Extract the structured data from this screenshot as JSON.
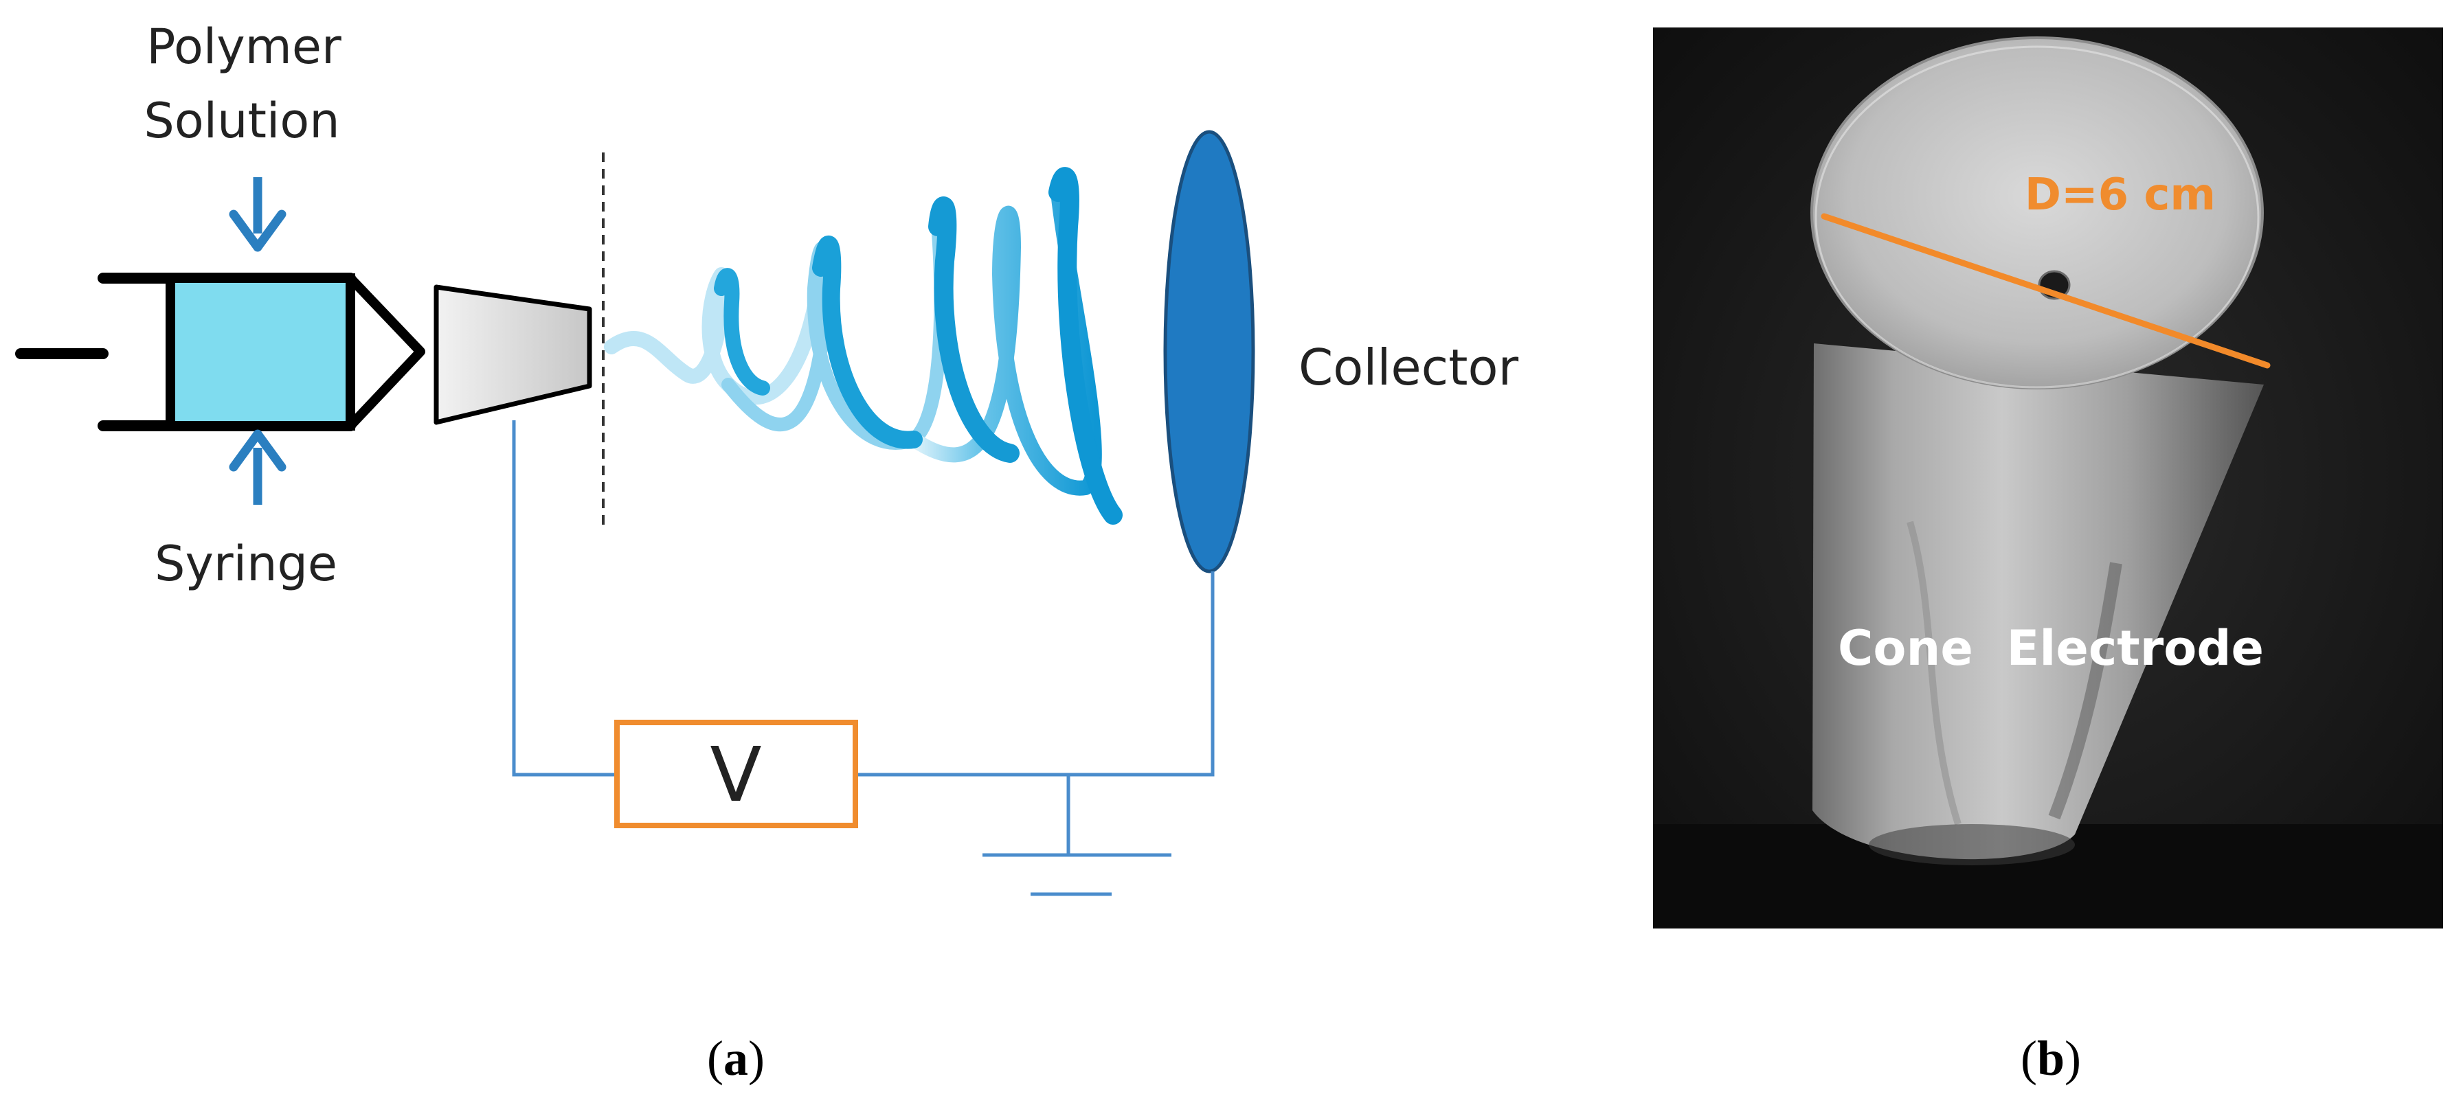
{
  "panel_a": {
    "labels": {
      "polymer_line1": "Polymer",
      "polymer_line2": "Solution",
      "syringe": "Syringe",
      "collector": "Collector",
      "voltage": "V"
    },
    "caption": {
      "open": "(",
      "letter": "a",
      "close": ")"
    }
  },
  "panel_b": {
    "labels": {
      "diameter": "D=6 cm",
      "electrode": "Cone  Electrode"
    },
    "caption": {
      "open": "(",
      "letter": "b",
      "close": ")"
    }
  },
  "colors": {
    "syringe_fill": "#7fdcef",
    "arrow_blue": "#2b7fc0",
    "collector_fill": "#1f7ac2",
    "wire_blue": "#4a8ccc",
    "jet_blue": "#1aa0d8",
    "voltage_box": "#f08c2e",
    "diameter_line": "#f28a2a",
    "photo_bg": "#151515"
  },
  "icons": {
    "syringe": "syringe-icon",
    "nozzle": "cone-nozzle-icon",
    "ground": "ground-symbol-icon",
    "photo": "cone-electrode-photo"
  }
}
